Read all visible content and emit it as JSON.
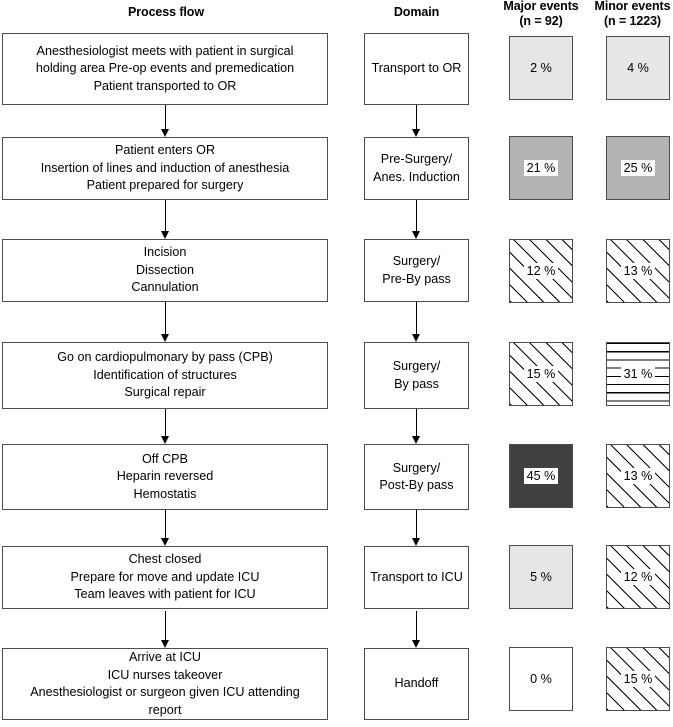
{
  "headers": {
    "process_flow": "Process flow",
    "domain": "Domain",
    "major_events": "Major events",
    "major_events_n": "(n = 92)",
    "minor_events": "Minor events",
    "minor_events_n": "(n = 1223)"
  },
  "chart_data": {
    "type": "table",
    "title": "Perioperative process flow with major and minor event distribution",
    "columns": [
      "Process flow",
      "Domain",
      "Major events (n = 92)",
      "Minor events (n = 1223)"
    ],
    "categories": [
      "Transport to OR",
      "Pre-Surgery/Anes. Induction",
      "Surgery/Pre-By pass",
      "Surgery/By pass",
      "Surgery/Post-By pass",
      "Transport to ICU",
      "Handoff"
    ],
    "series": [
      {
        "name": "Major events",
        "units": "%",
        "values": [
          2,
          21,
          12,
          15,
          45,
          5,
          0
        ]
      },
      {
        "name": "Minor events",
        "units": "%",
        "values": [
          4,
          25,
          13,
          31,
          13,
          12,
          15
        ]
      }
    ],
    "legend": "none",
    "grid": false
  },
  "rows": [
    {
      "process": "Anesthesiologist meets with patient in surgical\nholding area Pre-op events and premedication\nPatient transported to OR",
      "domain": "Transport to OR",
      "major": {
        "value": "2 %",
        "fill": "fill-lightgray",
        "plate": false
      },
      "minor": {
        "value": "4 %",
        "fill": "fill-lightgray",
        "plate": false
      }
    },
    {
      "process": "Patient enters OR\nInsertion of lines and induction of anesthesia\nPatient prepared for surgery",
      "domain": "Pre-Surgery/\nAnes. Induction",
      "major": {
        "value": "21 %",
        "fill": "fill-midgray",
        "plate": true
      },
      "minor": {
        "value": "25 %",
        "fill": "fill-midgray",
        "plate": true
      }
    },
    {
      "process": "Incision\nDissection\nCannulation",
      "domain": "Surgery/\nPre-By pass",
      "major": {
        "value": "12 %",
        "fill": "fill-diag",
        "plate": true
      },
      "minor": {
        "value": "13 %",
        "fill": "fill-diag",
        "plate": true
      }
    },
    {
      "process": "Go on cardiopulmonary by pass (CPB)\nIdentification of structures\nSurgical repair",
      "domain": "Surgery/\nBy pass",
      "major": {
        "value": "15 %",
        "fill": "fill-diag",
        "plate": true
      },
      "minor": {
        "value": "31 %",
        "fill": "fill-horiz",
        "plate": true
      }
    },
    {
      "process": "Off CPB\nHeparin reversed\nHemostatis",
      "domain": "Surgery/\nPost-By pass",
      "major": {
        "value": "45 %",
        "fill": "fill-dark",
        "plate": true
      },
      "minor": {
        "value": "13 %",
        "fill": "fill-diag",
        "plate": true
      }
    },
    {
      "process": "Chest closed\nPrepare for move and update ICU\nTeam leaves with patient for ICU",
      "domain": "Transport to ICU",
      "major": {
        "value": "5 %",
        "fill": "fill-lightgray",
        "plate": false
      },
      "minor": {
        "value": "12 %",
        "fill": "fill-diag",
        "plate": true
      }
    },
    {
      "process": "Arrive at ICU\nICU nurses takeover\nAnesthesiologist or surgeon given ICU attending\nreport",
      "domain": "Handoff",
      "major": {
        "value": "0 %",
        "fill": "fill-white",
        "plate": false
      },
      "minor": {
        "value": "15 %",
        "fill": "fill-diag",
        "plate": true
      }
    }
  ],
  "geometry": {
    "row_tops": [
      33,
      137,
      239,
      342,
      444,
      546,
      648
    ],
    "box_heights": [
      72,
      63,
      63,
      67,
      66,
      63,
      72
    ],
    "domain_tops": [
      33,
      137,
      239,
      342,
      444,
      546,
      648
    ],
    "domain_heights": [
      72,
      63,
      63,
      67,
      66,
      63,
      72
    ],
    "pct_tops": [
      36,
      136,
      239,
      342,
      444,
      545,
      647
    ],
    "connector_tops": [
      105,
      200,
      302,
      409,
      510,
      611
    ],
    "connector_heights": [
      32,
      39,
      40,
      35,
      36,
      37
    ]
  }
}
